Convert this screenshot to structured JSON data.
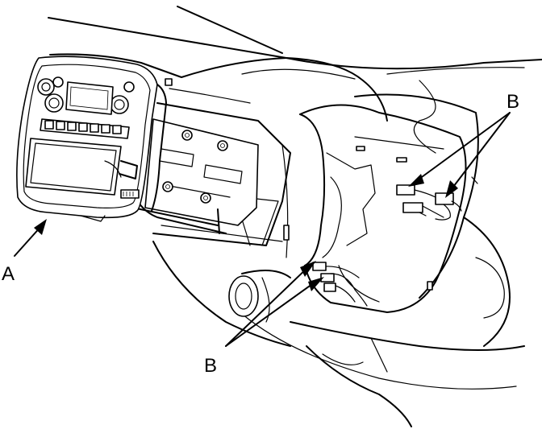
{
  "callouts": {
    "a_label": "A",
    "b_upper_label": "B",
    "b_lower_label": "B"
  },
  "colors": {
    "line": "#000000",
    "background": "#ffffff"
  }
}
